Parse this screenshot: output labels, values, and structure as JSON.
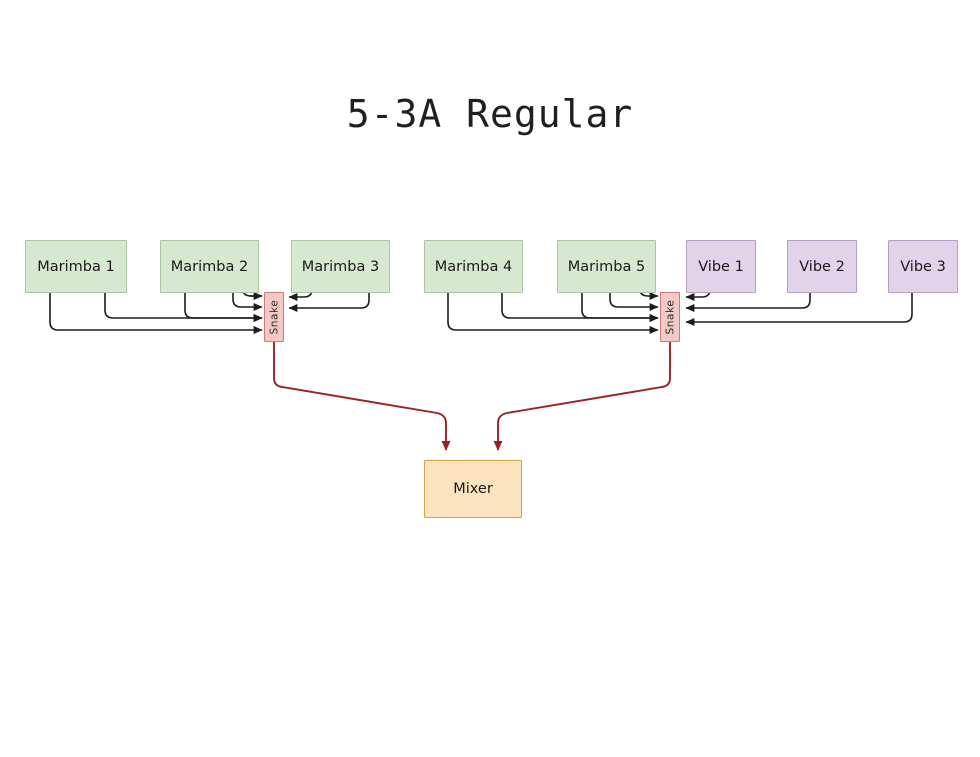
{
  "page": {
    "title": "5-3A Regular",
    "background_color": "#ffffff"
  },
  "colors": {
    "marimba_fill": "#d7e8d0",
    "marimba_stroke": "#a8c79c",
    "vibe_fill": "#e0d3ea",
    "vibe_stroke": "#b69fc7",
    "snake_fill": "#f3c9c6",
    "snake_stroke": "#cc7b75",
    "mixer_fill": "#fce3c0",
    "mixer_stroke": "#d9a13a",
    "wire_black": "#1c1c1c",
    "wire_red": "#9b2222"
  },
  "nodes": {
    "marimba1": {
      "label": "Marimba 1",
      "type": "marimba"
    },
    "marimba2": {
      "label": "Marimba 2",
      "type": "marimba"
    },
    "marimba3": {
      "label": "Marimba 3",
      "type": "marimba"
    },
    "marimba4": {
      "label": "Marimba 4",
      "type": "marimba"
    },
    "marimba5": {
      "label": "Marimba 5",
      "type": "marimba"
    },
    "vibe1": {
      "label": "Vibe 1",
      "type": "vibe"
    },
    "vibe2": {
      "label": "Vibe 2",
      "type": "vibe"
    },
    "vibe3": {
      "label": "Vibe 3",
      "type": "vibe"
    },
    "snake_left": {
      "label": "Snake",
      "type": "snake"
    },
    "snake_right": {
      "label": "Snake",
      "type": "snake"
    },
    "mixer": {
      "label": "Mixer",
      "type": "mixer"
    }
  },
  "connections": {
    "left_group": [
      {
        "from": "Marimba 1",
        "to": "Snake",
        "channels": 2
      },
      {
        "from": "Marimba 2",
        "to": "Snake",
        "channels": 2
      },
      {
        "from": "Marimba 3",
        "to": "Snake",
        "channels": 2
      }
    ],
    "right_group": [
      {
        "from": "Marimba 4",
        "to": "Snake",
        "channels": 2
      },
      {
        "from": "Marimba 5",
        "to": "Snake",
        "channels": 2
      },
      {
        "from": "Vibe 1",
        "to": "Snake",
        "channels": 1
      },
      {
        "from": "Vibe 2",
        "to": "Snake",
        "channels": 1
      },
      {
        "from": "Vibe 3",
        "to": "Snake",
        "channels": 1
      }
    ],
    "to_mixer": [
      {
        "from": "Snake",
        "to": "Mixer"
      },
      {
        "from": "Snake",
        "to": "Mixer"
      }
    ]
  }
}
